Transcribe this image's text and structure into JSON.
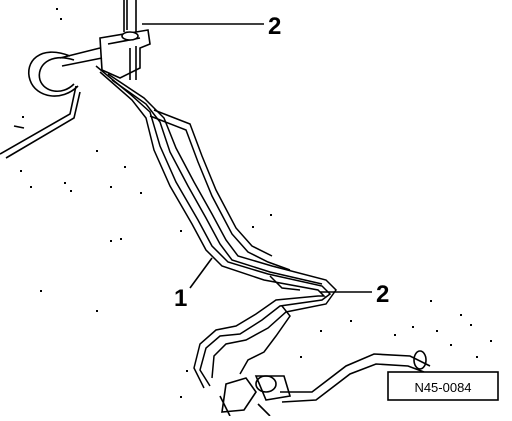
{
  "callouts": {
    "top": "2",
    "middle_right": "2",
    "left": "1"
  },
  "reference_code": "N45-0084",
  "colors": {
    "line": "#000000",
    "background": "#ffffff"
  }
}
